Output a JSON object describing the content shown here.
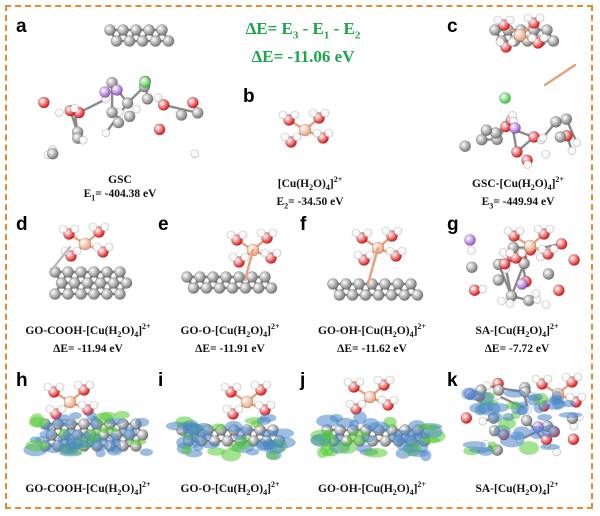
{
  "equation": {
    "line1": {
      "prefix": "ΔE= E",
      "s1": "3",
      "m1": " - E",
      "s2": "1",
      "m2": " - E",
      "s3": "2"
    },
    "line2": "ΔE= -11.06 eV"
  },
  "panels": [
    {
      "letter": "a",
      "name": "GSC",
      "energy_prefix": "E",
      "energy_sub": "1",
      "energy_value": "= -404.38 eV"
    },
    {
      "letter": "b",
      "name": "[Cu(H",
      "name_sub": "2",
      "name_mid": "O)",
      "name_sub2": "4",
      "name_end": "]",
      "charge": "2+",
      "energy_prefix": "E",
      "energy_sub": "2",
      "energy_value": "= -34.50 eV"
    },
    {
      "letter": "c",
      "name": "GSC-[Cu(H",
      "name_sub": "2",
      "name_mid": "O)",
      "name_sub2": "4",
      "name_end": "]",
      "charge": "2+",
      "energy_prefix": "E",
      "energy_sub": "3",
      "energy_value": "= -449.94 eV"
    },
    {
      "letter": "d",
      "name": "GO-COOH-[Cu(H",
      "name_sub": "2",
      "name_mid": "O)",
      "name_sub2": "4",
      "name_end": "]",
      "charge": "2+",
      "delta": "ΔE= -11.94 eV"
    },
    {
      "letter": "e",
      "name": "GO-O-[Cu(H",
      "name_sub": "2",
      "name_mid": "O)",
      "name_sub2": "4",
      "name_end": "]",
      "charge": "2+",
      "delta": "ΔE= -11.91 eV"
    },
    {
      "letter": "f",
      "name": "GO-OH-[Cu(H",
      "name_sub": "2",
      "name_mid": "O)",
      "name_sub2": "4",
      "name_end": "]",
      "charge": "2+",
      "delta": "ΔE= -11.62 eV"
    },
    {
      "letter": "g",
      "name": "SA-[Cu(H",
      "name_sub": "2",
      "name_mid": "O)",
      "name_sub2": "4",
      "name_end": "]",
      "charge": "2+",
      "delta": "ΔE= -7.72 eV"
    },
    {
      "letter": "h",
      "name": "GO-COOH-[Cu(H",
      "name_sub": "2",
      "name_mid": "O)",
      "name_sub2": "4",
      "name_end": "]",
      "charge": "2+"
    },
    {
      "letter": "i",
      "name": "GO-O-[Cu(H",
      "name_sub": "2",
      "name_mid": "O)",
      "name_sub2": "4",
      "name_end": "]",
      "charge": "2+"
    },
    {
      "letter": "j",
      "name": "GO-OH-[Cu(H",
      "name_sub": "2",
      "name_mid": "O)",
      "name_sub2": "4",
      "name_end": "]",
      "charge": "2+"
    },
    {
      "letter": "k",
      "name": "SA-[Cu(H",
      "name_sub": "2",
      "name_mid": "O)",
      "name_sub2": "4",
      "name_end": "]",
      "charge": "2+"
    }
  ],
  "colors": {
    "frame": "#e8892a",
    "equation": "#1aa64a",
    "carbon": "#7b7b7b",
    "oxygen": "#e01818",
    "hydrogen": "#f2f2f2",
    "copper": "#e8a07a",
    "chlorine": "#33cc33",
    "potassium": "#9955cc",
    "density_blue": "#4a86c8",
    "density_green": "#55cc33"
  }
}
